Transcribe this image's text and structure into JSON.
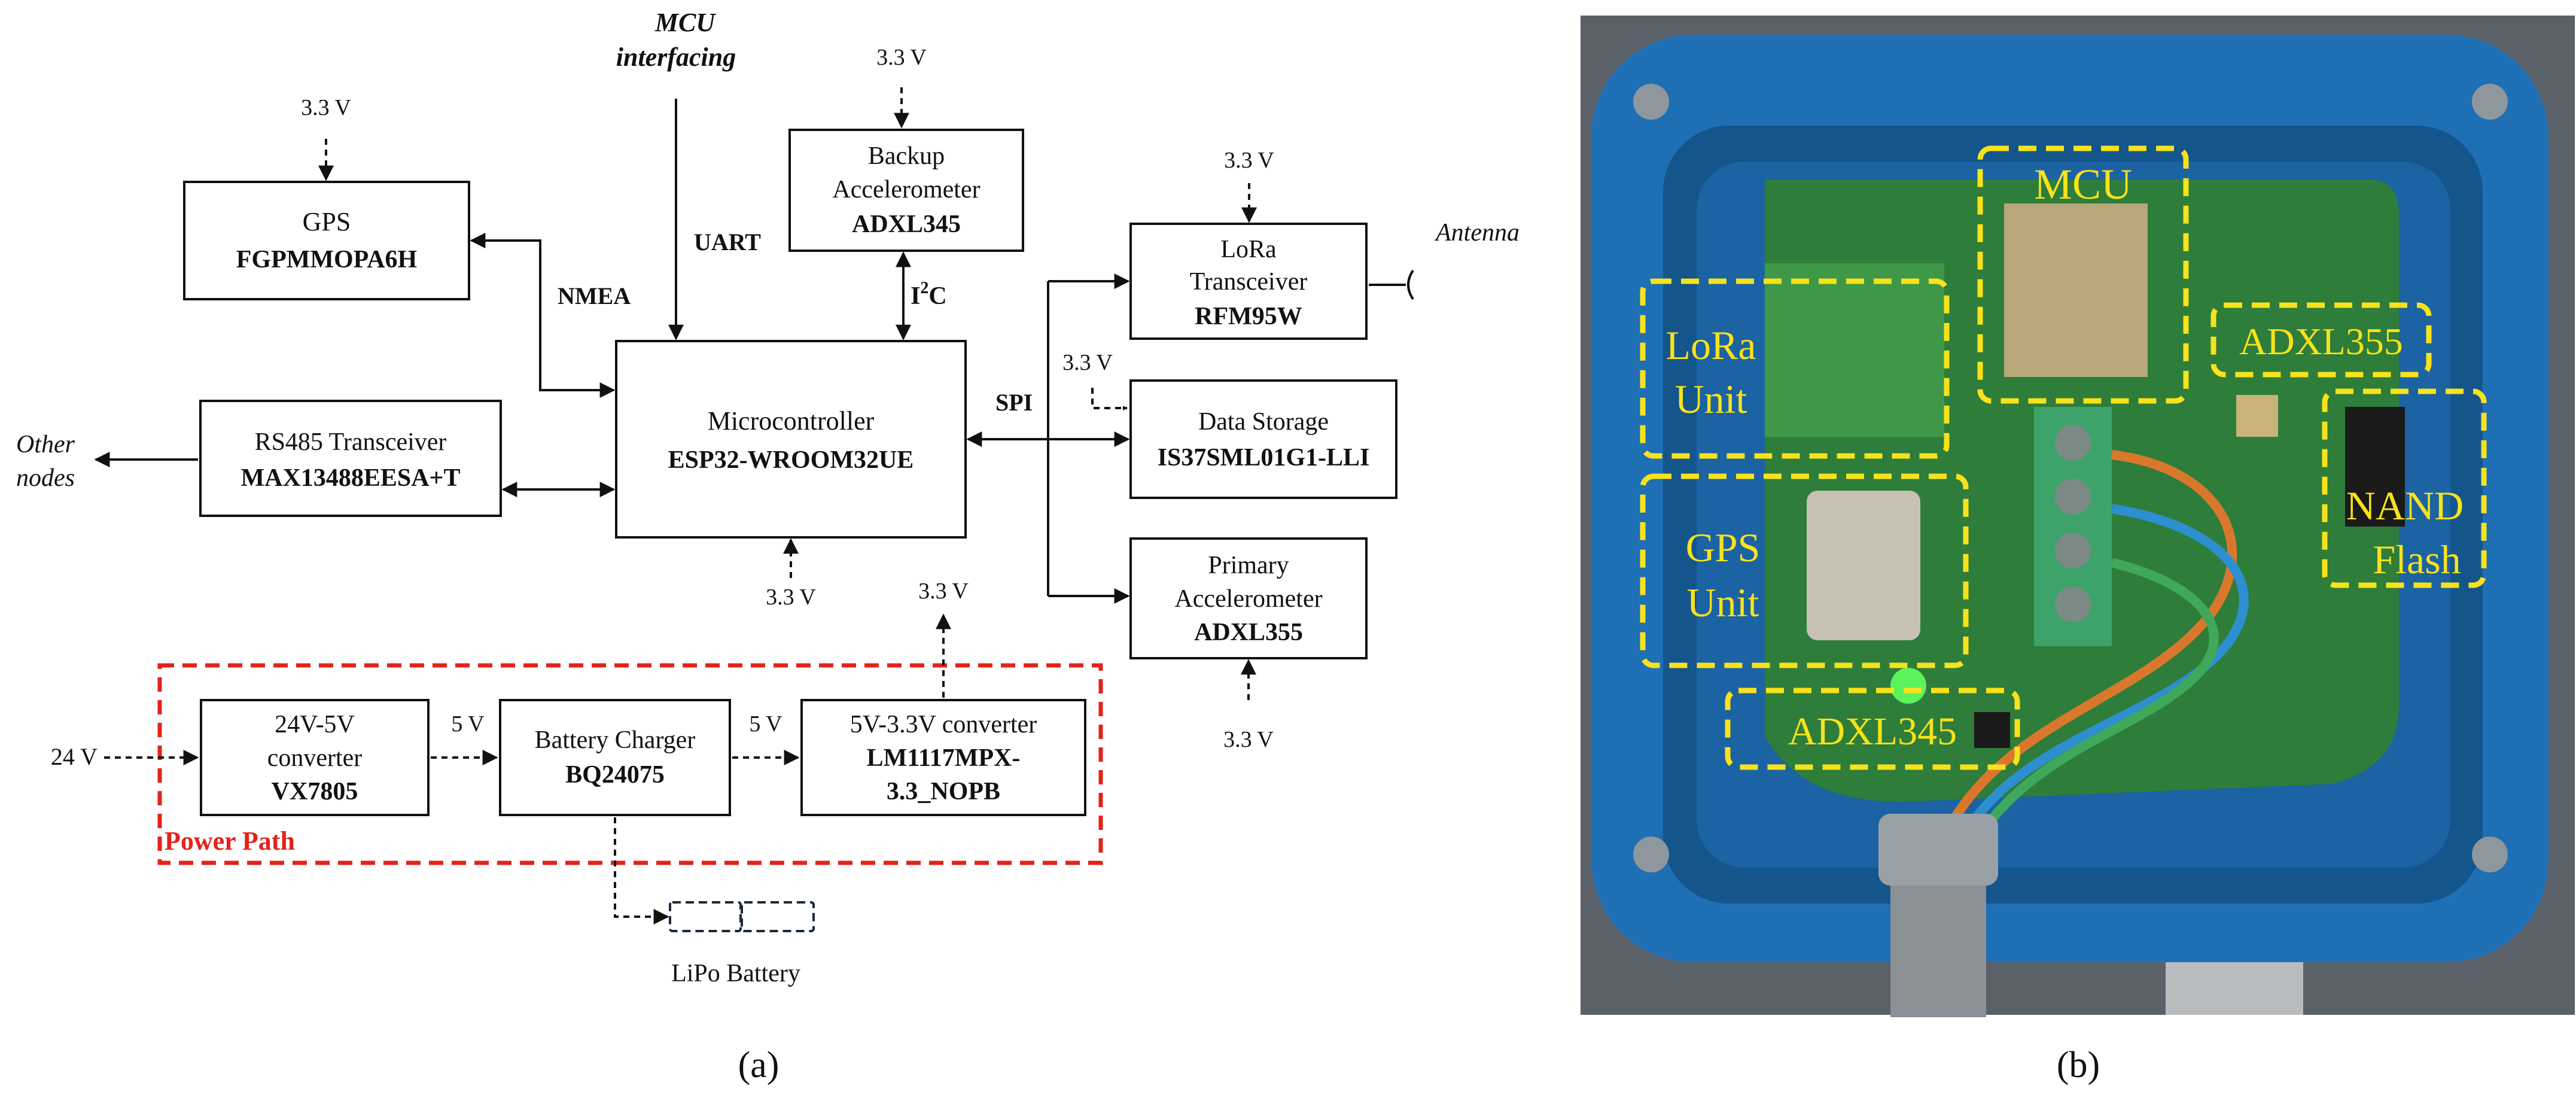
{
  "panel_a": {
    "label": "(a)",
    "top_label": {
      "line1": "MCU",
      "line2": "interfacing"
    },
    "gps": {
      "name": "GPS",
      "part": "FGPMMOPA6H",
      "supply": "3.3 V"
    },
    "backup_acc": {
      "line1": "Backup",
      "line2": "Accelerometer",
      "part": "ADXL345",
      "supply": "3.3 V"
    },
    "lora": {
      "line1": "LoRa",
      "line2": "Transceiver",
      "part": "RFM95W",
      "supply": "3.3 V",
      "antenna": "Antenna"
    },
    "mcu": {
      "name": "Microcontroller",
      "part": "ESP32-WROOM32UE",
      "supply": "3.3 V"
    },
    "rs485": {
      "name": "RS485 Transceiver",
      "part": "MAX13488EESA+T",
      "other_nodes_1": "Other",
      "other_nodes_2": "nodes"
    },
    "data_storage": {
      "name": "Data Storage",
      "part": "IS37SML01G1-LLI",
      "supply": "3.3 V"
    },
    "primary_acc": {
      "line1": "Primary",
      "line2": "Accelerometer",
      "part": "ADXL355",
      "supply": "3.3 V"
    },
    "bus_labels": {
      "nmea": "NMEA",
      "uart": "UART",
      "i2c_main": "I",
      "i2c_sup": "2",
      "i2c_end": "C",
      "spi": "SPI"
    },
    "power_path": {
      "title": "Power Path",
      "input": "24 V",
      "output": "3.3 V",
      "conv1": {
        "line1": "24V-5V",
        "line2": "converter",
        "part": "VX7805"
      },
      "charger": {
        "name": "Battery Charger",
        "part": "BQ24075"
      },
      "conv2": {
        "line1": "5V-3.3V converter",
        "part1": "LM1117MPX-",
        "part2": "3.3_NOPB"
      },
      "v5_a": "5 V",
      "v5_b": "5 V",
      "battery": "LiPo Battery"
    }
  },
  "panel_b": {
    "label": "(b)",
    "labels": {
      "mcu": "MCU",
      "lora_1": "LoRa",
      "lora_2": "Unit",
      "gps_1": "GPS",
      "gps_2": "Unit",
      "adxl355": "ADXL355",
      "nand_1": "NAND",
      "nand_2": "Flash",
      "adxl345": "ADXL345"
    }
  },
  "colors": {
    "power_path": "#e2231a",
    "overlay": "#f7e21b",
    "enclosure": "#1f6fb5",
    "pcb": "#2e7d3a"
  }
}
